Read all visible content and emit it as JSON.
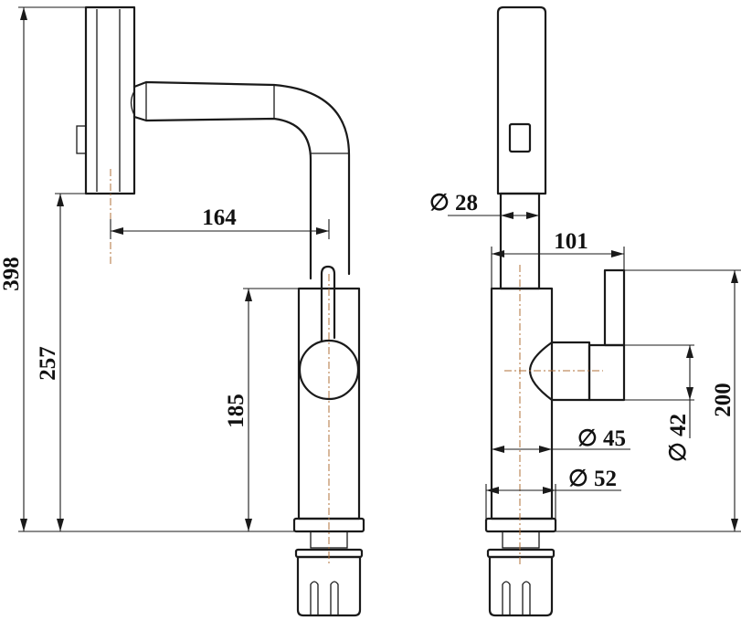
{
  "front_view": {
    "dim_total_height": "398",
    "dim_spout_height": "257",
    "dim_body_height": "185",
    "dim_reach": "164"
  },
  "side_view": {
    "dim_spout_diameter": "28",
    "dim_handle_reach": "101",
    "dim_handle_height": "200",
    "dim_handle_diameter": "42",
    "dim_body_diameter": "45",
    "dim_base_diameter": "52",
    "diameter_symbol": "∅"
  },
  "colors": {
    "line": "#1a1a1a",
    "centerline": "#b0703a"
  }
}
